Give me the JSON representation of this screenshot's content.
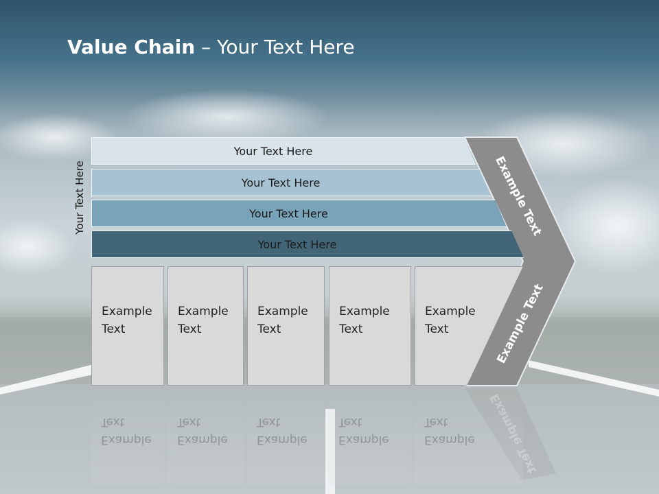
{
  "title": {
    "bold": "Value Chain",
    "rest": " – Your Text Here"
  },
  "side_label": "Your Text Here",
  "bars": [
    {
      "label": "Your Text Here",
      "color": "#d8e4ea"
    },
    {
      "label": "Your Text Here",
      "color": "#a7c3d3"
    },
    {
      "label": "Your Text Here",
      "color": "#78a3b8"
    },
    {
      "label": "Your Text Here",
      "color": "#426578"
    }
  ],
  "cards": [
    {
      "line1": "Example",
      "line2": "Text"
    },
    {
      "line1": "Example",
      "line2": "Text"
    },
    {
      "line1": "Example",
      "line2": "Text"
    },
    {
      "line1": "Example",
      "line2": "Text"
    },
    {
      "line1": "Example",
      "line2": "Text"
    }
  ],
  "chevron": {
    "upper_label": "Example Text",
    "lower_label": "Example Text",
    "color": "#8c8c8c"
  }
}
